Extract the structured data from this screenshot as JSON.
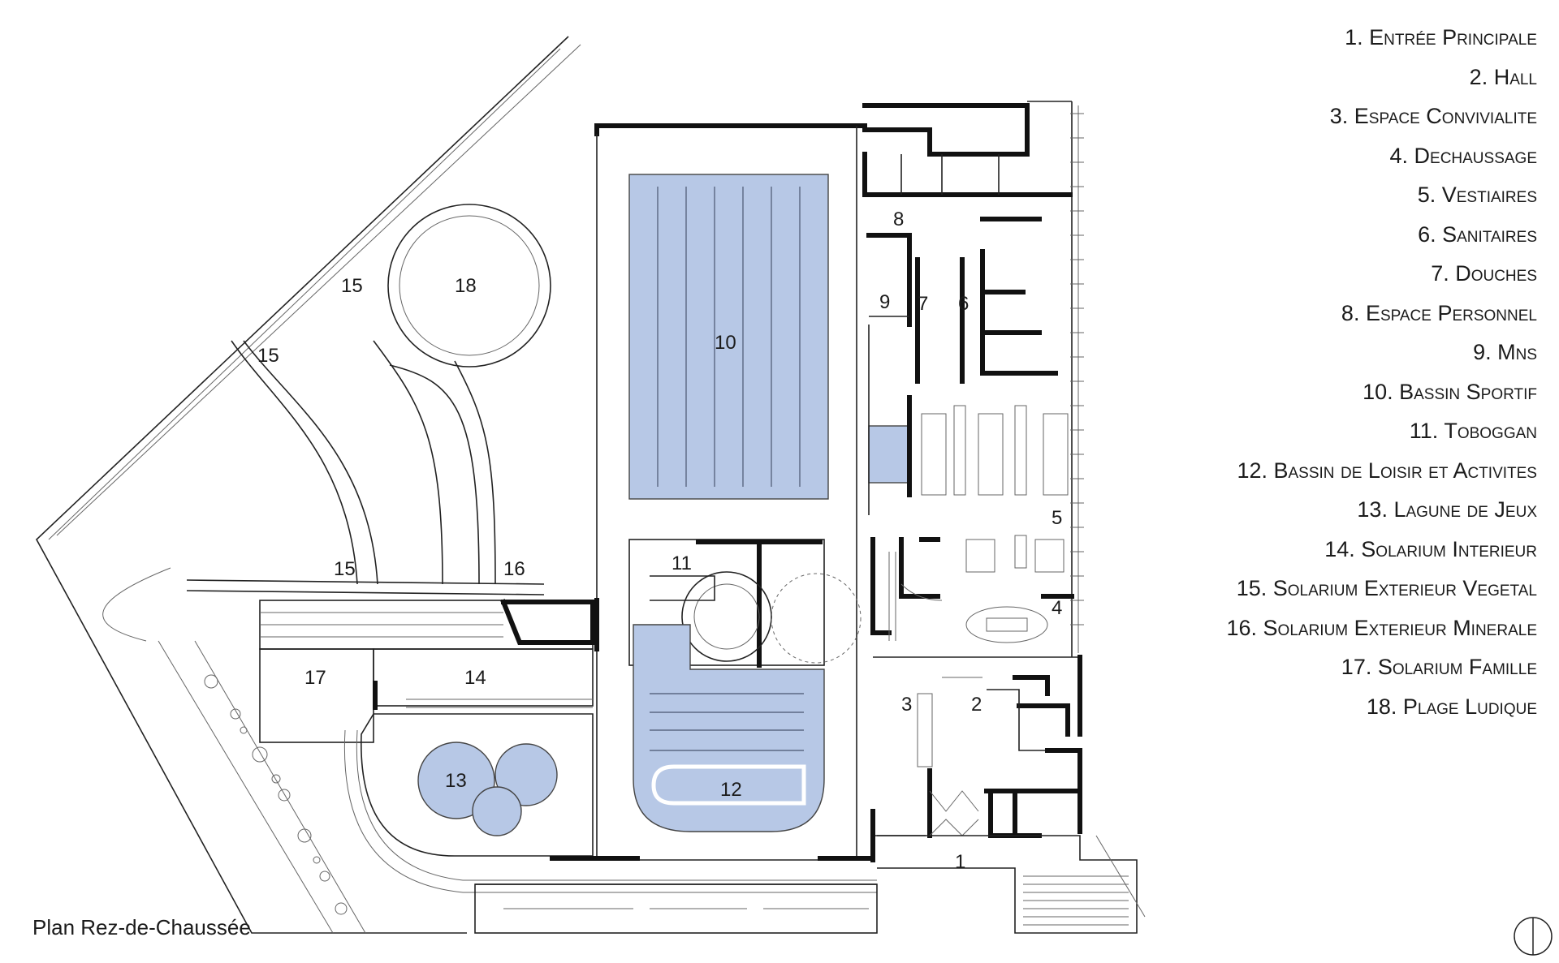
{
  "plan": {
    "title": "Plan Rez-de-Chaussée",
    "zone_numbers": {
      "z1": "1",
      "z2": "2",
      "z3": "3",
      "z4": "4",
      "z5": "5",
      "z6": "6",
      "z7": "7",
      "z8": "8",
      "z9": "9",
      "z10": "10",
      "z11": "11",
      "z12": "12",
      "z13": "13",
      "z14": "14",
      "z15a": "15",
      "z15b": "15",
      "z15c": "15",
      "z16": "16",
      "z17": "17",
      "z18": "18"
    },
    "colors": {
      "pool_fill": "#b7c8e6",
      "wall": "#111111",
      "background": "#ffffff"
    },
    "north_symbol": "north-arrow-icon"
  },
  "legend": [
    "1. Entrée Principale",
    "2. Hall",
    "3. Espace Convivialite",
    "4. Dechaussage",
    "5. Vestiaires",
    "6. Sanitaires",
    "7. Douches",
    "8. Espace Personnel",
    "9. Mns",
    "10. Bassin Sportif",
    "11. Toboggan",
    "12. Bassin de Loisir et Activites",
    "13. Lagune de Jeux",
    "14. Solarium Interieur",
    "15. Solarium Exterieur Vegetal",
    "16. Solarium Exterieur Minerale",
    "17. Solarium Famille",
    "18. Plage Ludique"
  ]
}
